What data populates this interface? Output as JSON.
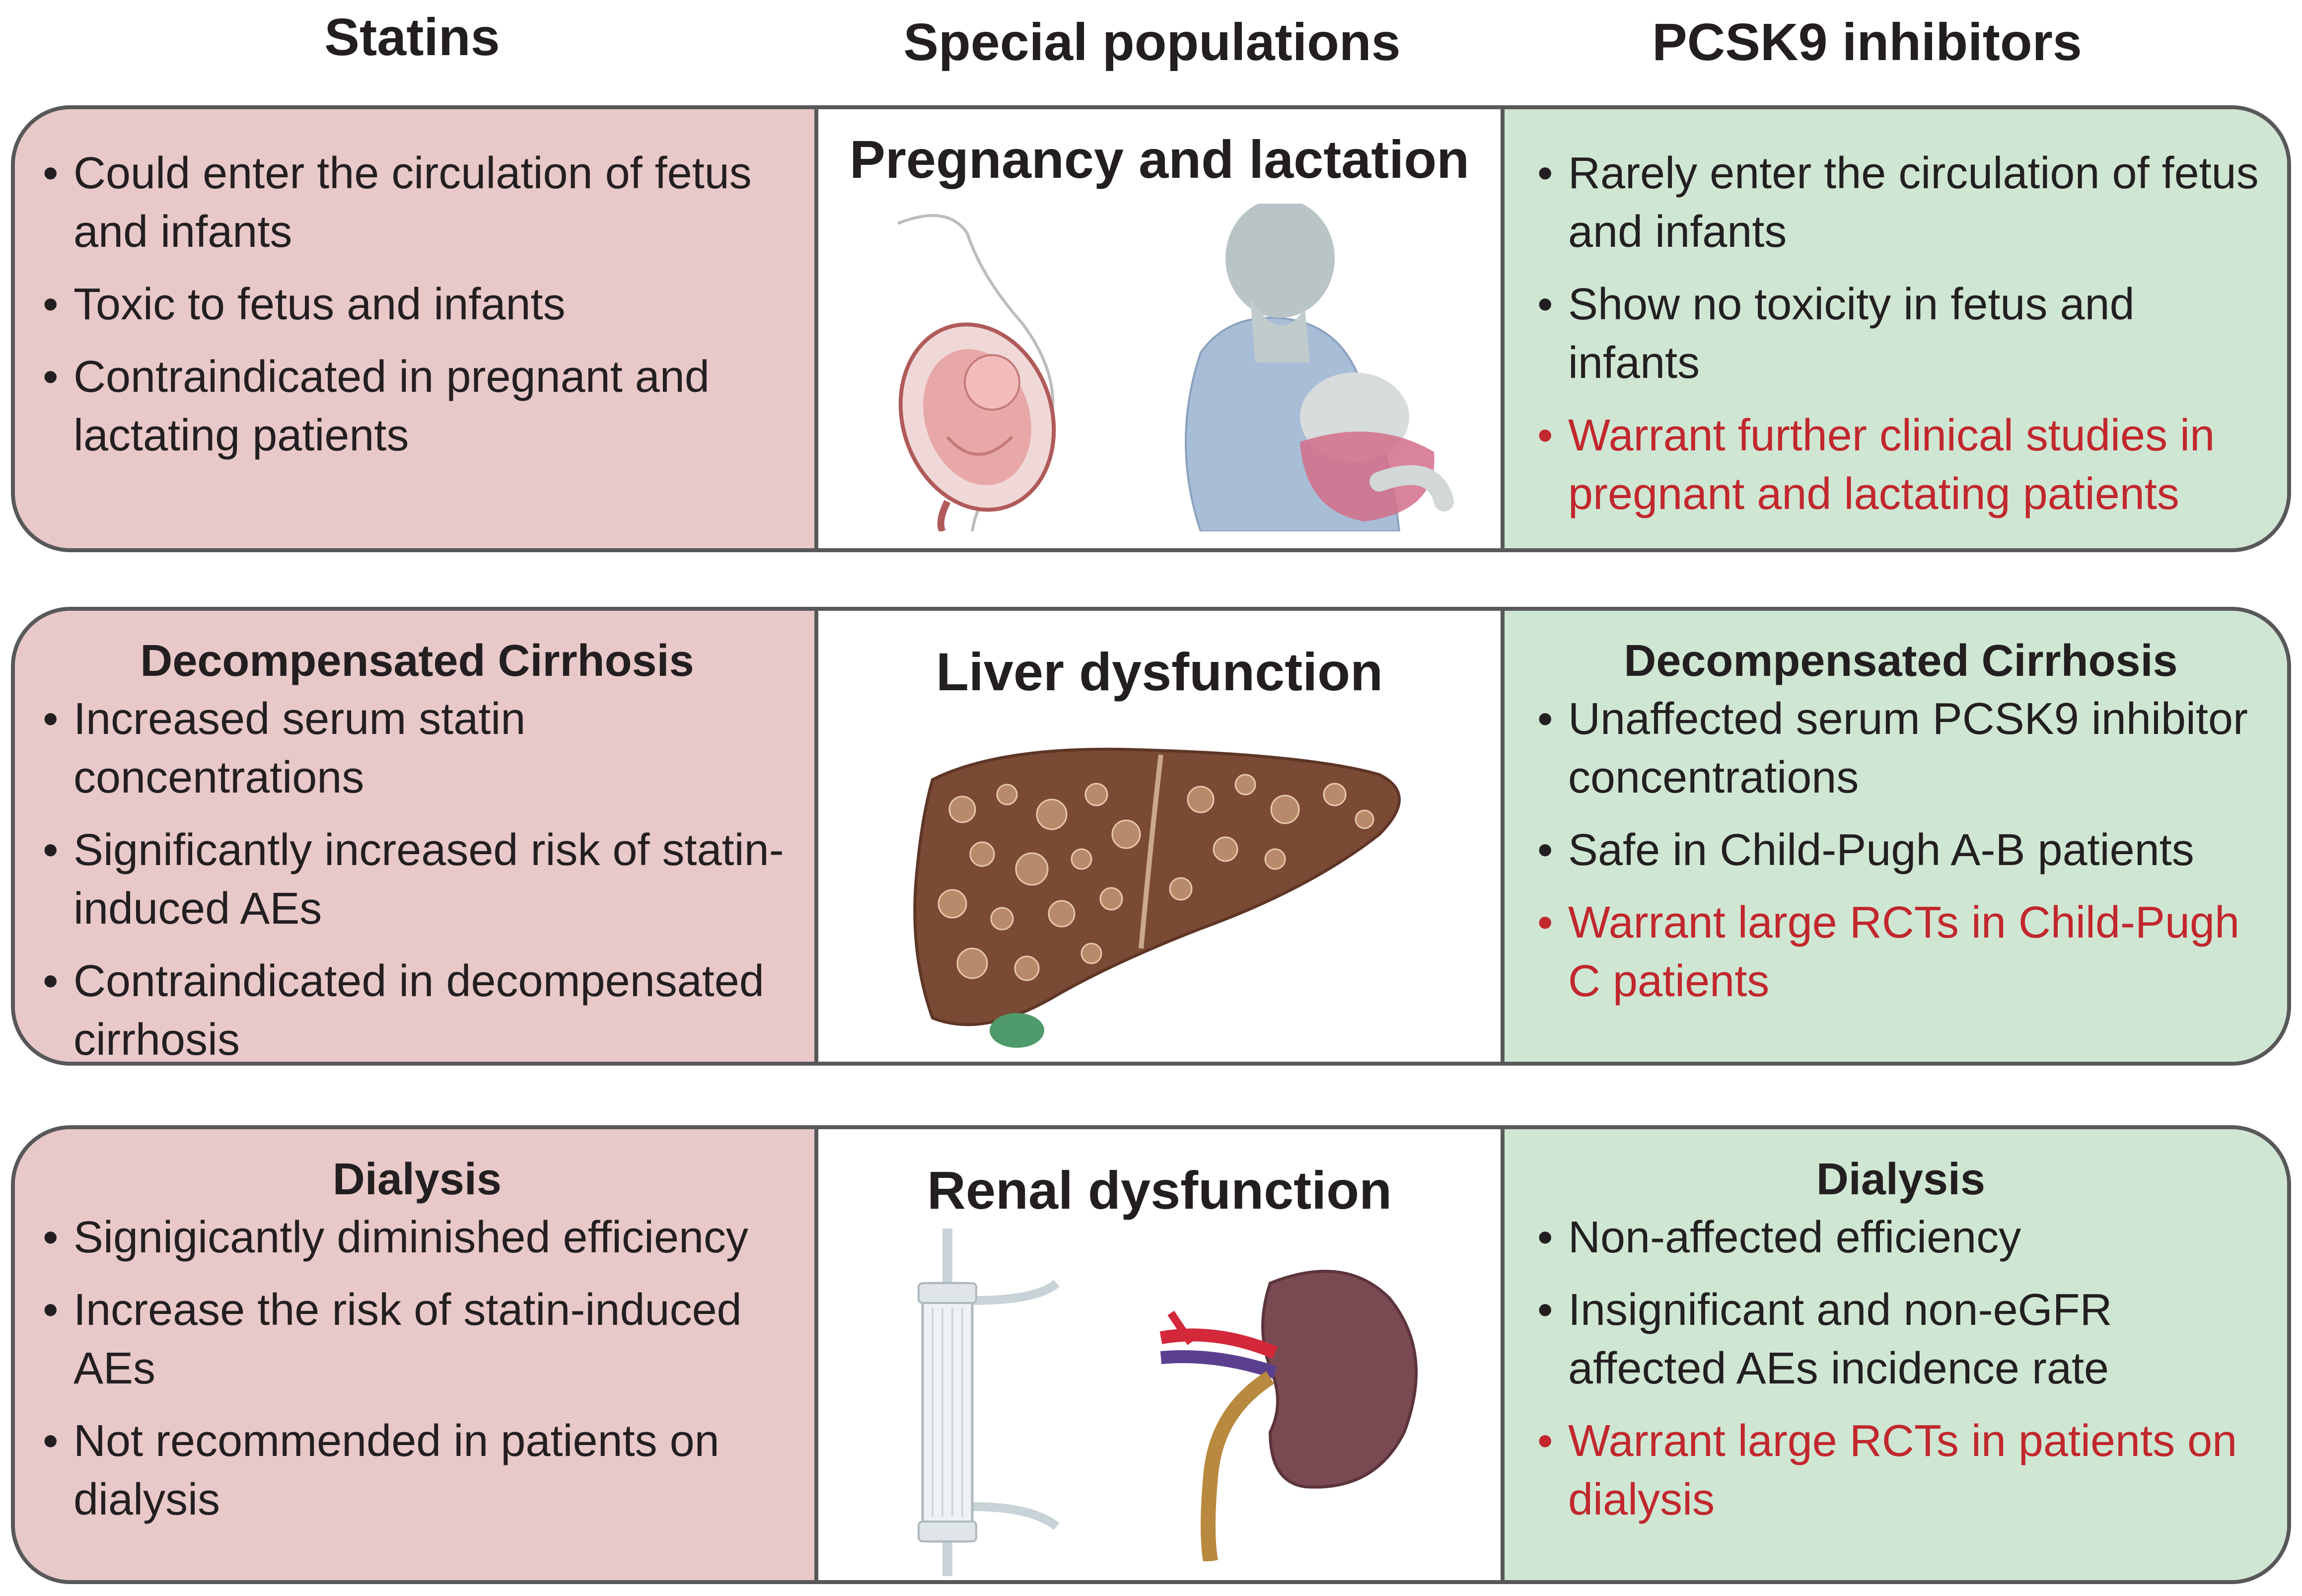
{
  "headers": {
    "statins": "Statins",
    "special": "Special populations",
    "pcsk9": "PCSK9 inhibitors"
  },
  "rows": [
    {
      "middle_title": "Pregnancy and lactation",
      "statins": {
        "title": "",
        "points": [
          {
            "text": "Could enter the circulation of fetus and infants",
            "red": false
          },
          {
            "text": "Toxic to fetus and infants",
            "red": false
          },
          {
            "text": "Contraindicated in pregnant and lactating patients",
            "red": false
          }
        ]
      },
      "pcsk9": {
        "title": "",
        "points": [
          {
            "text": "Rarely enter the circulation of fetus and infants",
            "red": false
          },
          {
            "text": "Show no toxicity in fetus and infants",
            "red": false
          },
          {
            "text": "Warrant further clinical studies in pregnant and lactating patients",
            "red": true
          }
        ]
      }
    },
    {
      "middle_title": "Liver dysfunction",
      "statins": {
        "title": "Decompensated Cirrhosis",
        "points": [
          {
            "text": "Increased serum statin concentrations",
            "red": false
          },
          {
            "text": "Significantly increased risk of statin-induced AEs",
            "red": false
          },
          {
            "text": "Contraindicated in decompensated cirrhosis",
            "red": false
          }
        ]
      },
      "pcsk9": {
        "title": "Decompensated Cirrhosis",
        "points": [
          {
            "text": "Unaffected serum PCSK9 inhibitor concentrations",
            "red": false
          },
          {
            "text": "Safe in Child-Pugh A-B patients",
            "red": false
          },
          {
            "text": "Warrant large RCTs in Child-Pugh C patients",
            "red": true
          }
        ]
      }
    },
    {
      "middle_title": "Renal dysfunction",
      "statins": {
        "title": "Dialysis",
        "points": [
          {
            "text": "Signigicantly diminished efficiency",
            "red": false
          },
          {
            "text": "Increase the risk of statin-induced AEs",
            "red": false
          },
          {
            "text": "Not recommended in patients on dialysis",
            "red": false
          }
        ]
      },
      "pcsk9": {
        "title": "Dialysis",
        "points": [
          {
            "text": "Non-affected efficiency",
            "red": false
          },
          {
            "text": "Insignificant and non-eGFR affected AEs incidence rate",
            "red": false
          },
          {
            "text": "Warrant large RCTs in patients on dialysis",
            "red": true
          }
        ]
      }
    }
  ],
  "colors": {
    "statin_bg": "#e8c8c8",
    "pcsk9_bg": "#cfe6d3",
    "border": "#58585a",
    "warning_text": "#c1272d"
  }
}
